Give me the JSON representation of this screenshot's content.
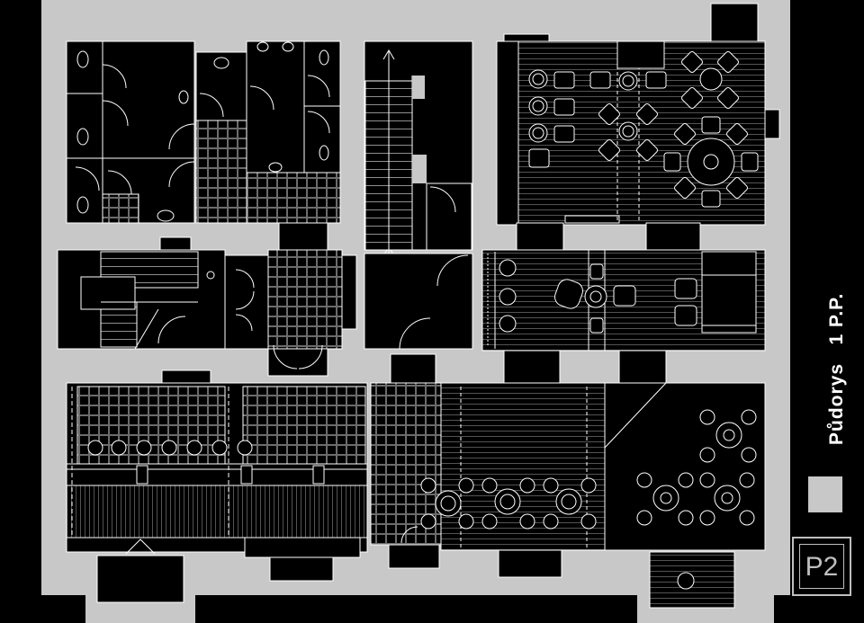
{
  "drawing": {
    "title": "Půdorys   1 P.P.",
    "sheet_code": "P2"
  },
  "colors": {
    "background": "#000000",
    "walls": "#c8c8c8",
    "rooms": "#000000",
    "lines": "#ffffff",
    "frame": "#bfbfbf"
  },
  "icons": {
    "legend_swatch": "grey-square",
    "sheet_box": "double-border-box"
  }
}
